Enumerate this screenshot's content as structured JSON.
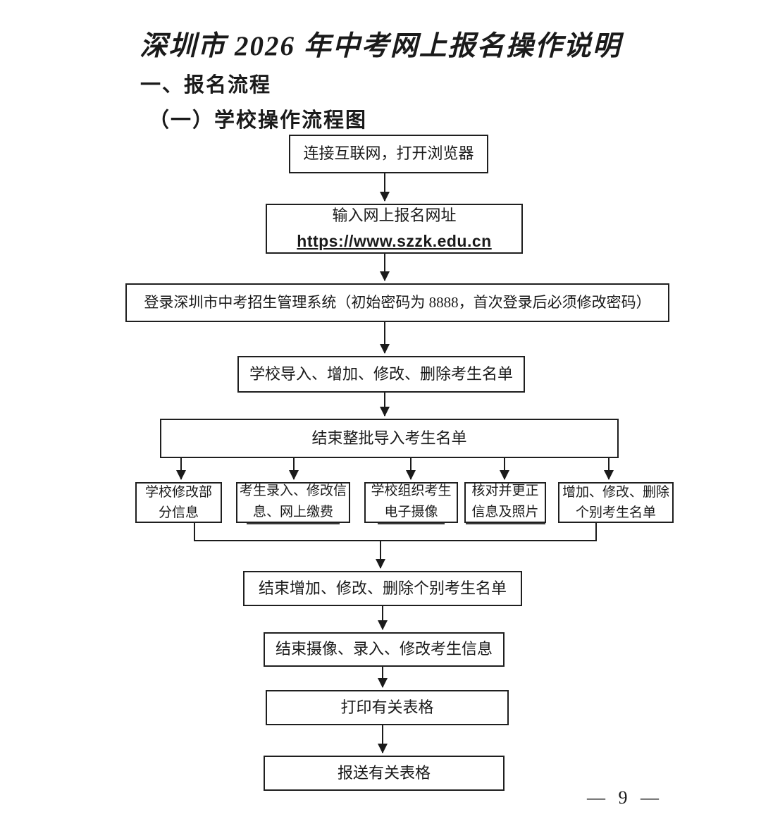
{
  "document": {
    "title": "深圳市 2026 年中考网上报名操作说明",
    "section_heading": "一、报名流程",
    "subsection_heading": "（一）学校操作流程图",
    "page_number": "— 9 —"
  },
  "flowchart": {
    "steps": {
      "connect": "连接互联网，打开浏览器",
      "url_line1": "输入网上报名网址",
      "url_line2": "https://www.szzk.edu.cn",
      "login": "登录深圳市中考招生管理系统（初始密码为 8888，首次登录后必须修改密码）",
      "import_list": "学校导入、增加、修改、删除考生名单",
      "finish_batch_import": "结束整批导入考生名单",
      "finish_individual": "结束增加、修改、删除个别考生名单",
      "finish_capture": "结束摄像、录入、修改考生信息",
      "print_forms": "打印有关表格",
      "submit_forms": "报送有关表格"
    },
    "branches": [
      {
        "line1": "学校修改部",
        "line2": "分信息",
        "underlined": false
      },
      {
        "line1": "考生录入、修改信",
        "line2": "息、网上缴费",
        "underlined": true
      },
      {
        "line1": "学校组织考生",
        "line2": "电子摄像",
        "underlined": true
      },
      {
        "line1": "核对并更正",
        "line2": "信息及照片",
        "underlined": true
      },
      {
        "line1": "增加、修改、删除",
        "line2": "个别考生名单",
        "underlined": false
      }
    ]
  },
  "colors": {
    "ink": "#1a1a1a",
    "page_background": "#ffffff"
  }
}
